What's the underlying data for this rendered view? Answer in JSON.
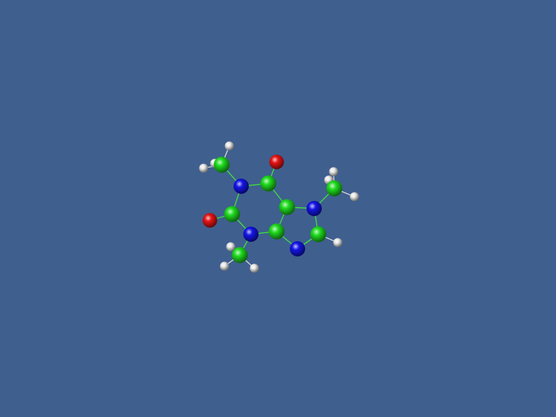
{
  "viewer": {
    "background_color": "#3f5f8f"
  },
  "element_colors": {
    "C": "#1fdc1f",
    "N": "#1414e6",
    "O": "#e61414",
    "H": "#ebebeb"
  },
  "bond_colors": {
    "default": "#d8d8d8",
    "carbon": "#3fe03f"
  },
  "molecule": {
    "atoms": [
      {
        "id": "C1",
        "element": "C"
      },
      {
        "id": "C2",
        "element": "C"
      },
      {
        "id": "C3",
        "element": "C"
      },
      {
        "id": "C4",
        "element": "C"
      },
      {
        "id": "C5",
        "element": "C"
      },
      {
        "id": "C6",
        "element": "C"
      },
      {
        "id": "C7",
        "element": "C"
      },
      {
        "id": "C8",
        "element": "C"
      },
      {
        "id": "N1",
        "element": "N"
      },
      {
        "id": "N2",
        "element": "N"
      },
      {
        "id": "N3",
        "element": "N"
      },
      {
        "id": "N4",
        "element": "N"
      },
      {
        "id": "O1",
        "element": "O"
      },
      {
        "id": "O2",
        "element": "O"
      },
      {
        "id": "H1",
        "element": "H"
      },
      {
        "id": "H2",
        "element": "H"
      },
      {
        "id": "H3",
        "element": "H"
      },
      {
        "id": "H4",
        "element": "H"
      },
      {
        "id": "H5",
        "element": "H"
      },
      {
        "id": "H6",
        "element": "H"
      },
      {
        "id": "H7",
        "element": "H"
      },
      {
        "id": "H8",
        "element": "H"
      },
      {
        "id": "H9",
        "element": "H"
      },
      {
        "id": "H10",
        "element": "H"
      }
    ],
    "bonds": [
      [
        "C1",
        "H1"
      ],
      [
        "C1",
        "H2"
      ],
      [
        "C1",
        "H3"
      ],
      [
        "C1",
        "N1"
      ],
      [
        "N1",
        "C2"
      ],
      [
        "N1",
        "C3"
      ],
      [
        "C2",
        "O1"
      ],
      [
        "C2",
        "C4"
      ],
      [
        "C3",
        "O2"
      ],
      [
        "C3",
        "N2"
      ],
      [
        "N2",
        "C5"
      ],
      [
        "N2",
        "C6"
      ],
      [
        "C6",
        "H4"
      ],
      [
        "C6",
        "H5"
      ],
      [
        "C6",
        "H6"
      ],
      [
        "C5",
        "C4"
      ],
      [
        "C4",
        "N3"
      ],
      [
        "N3",
        "C7"
      ],
      [
        "C7",
        "H7"
      ],
      [
        "C7",
        "H8"
      ],
      [
        "C7",
        "H9"
      ],
      [
        "N3",
        "C8"
      ],
      [
        "C8",
        "H10"
      ],
      [
        "C8",
        "N4"
      ],
      [
        "N4",
        "C5"
      ]
    ]
  }
}
